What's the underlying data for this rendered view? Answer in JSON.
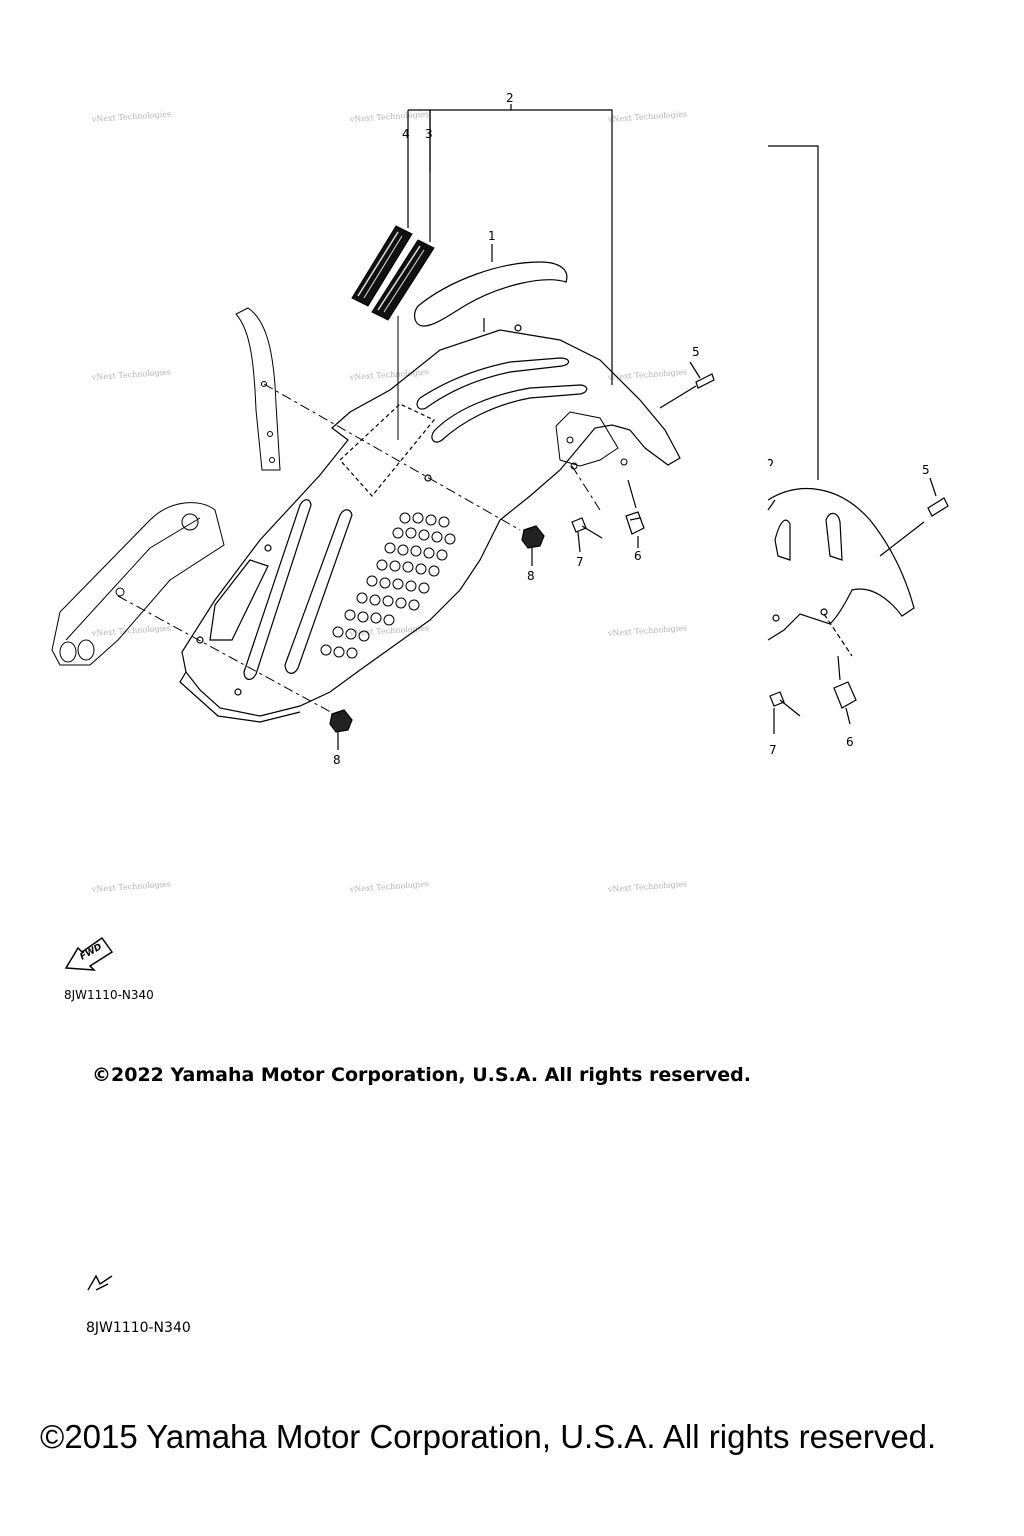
{
  "callouts": {
    "c1": "1",
    "c2": "2",
    "c3": "3",
    "c4": "4",
    "c5": "5",
    "c5b": "5",
    "c6": "6",
    "c6b": "6",
    "c7": "7",
    "c7b": "7",
    "c8": "8",
    "c8b": "8"
  },
  "watermark": "vNext Technologies",
  "fwd_label": "FWD",
  "diagram_code": "8JW1110-N340",
  "copyright_2022": "©2022 Yamaha Motor Corporation, U.S.A. All rights reserved.",
  "copyright_2015": "©2015 Yamaha Motor Corporation, U.S.A. All rights reserved."
}
